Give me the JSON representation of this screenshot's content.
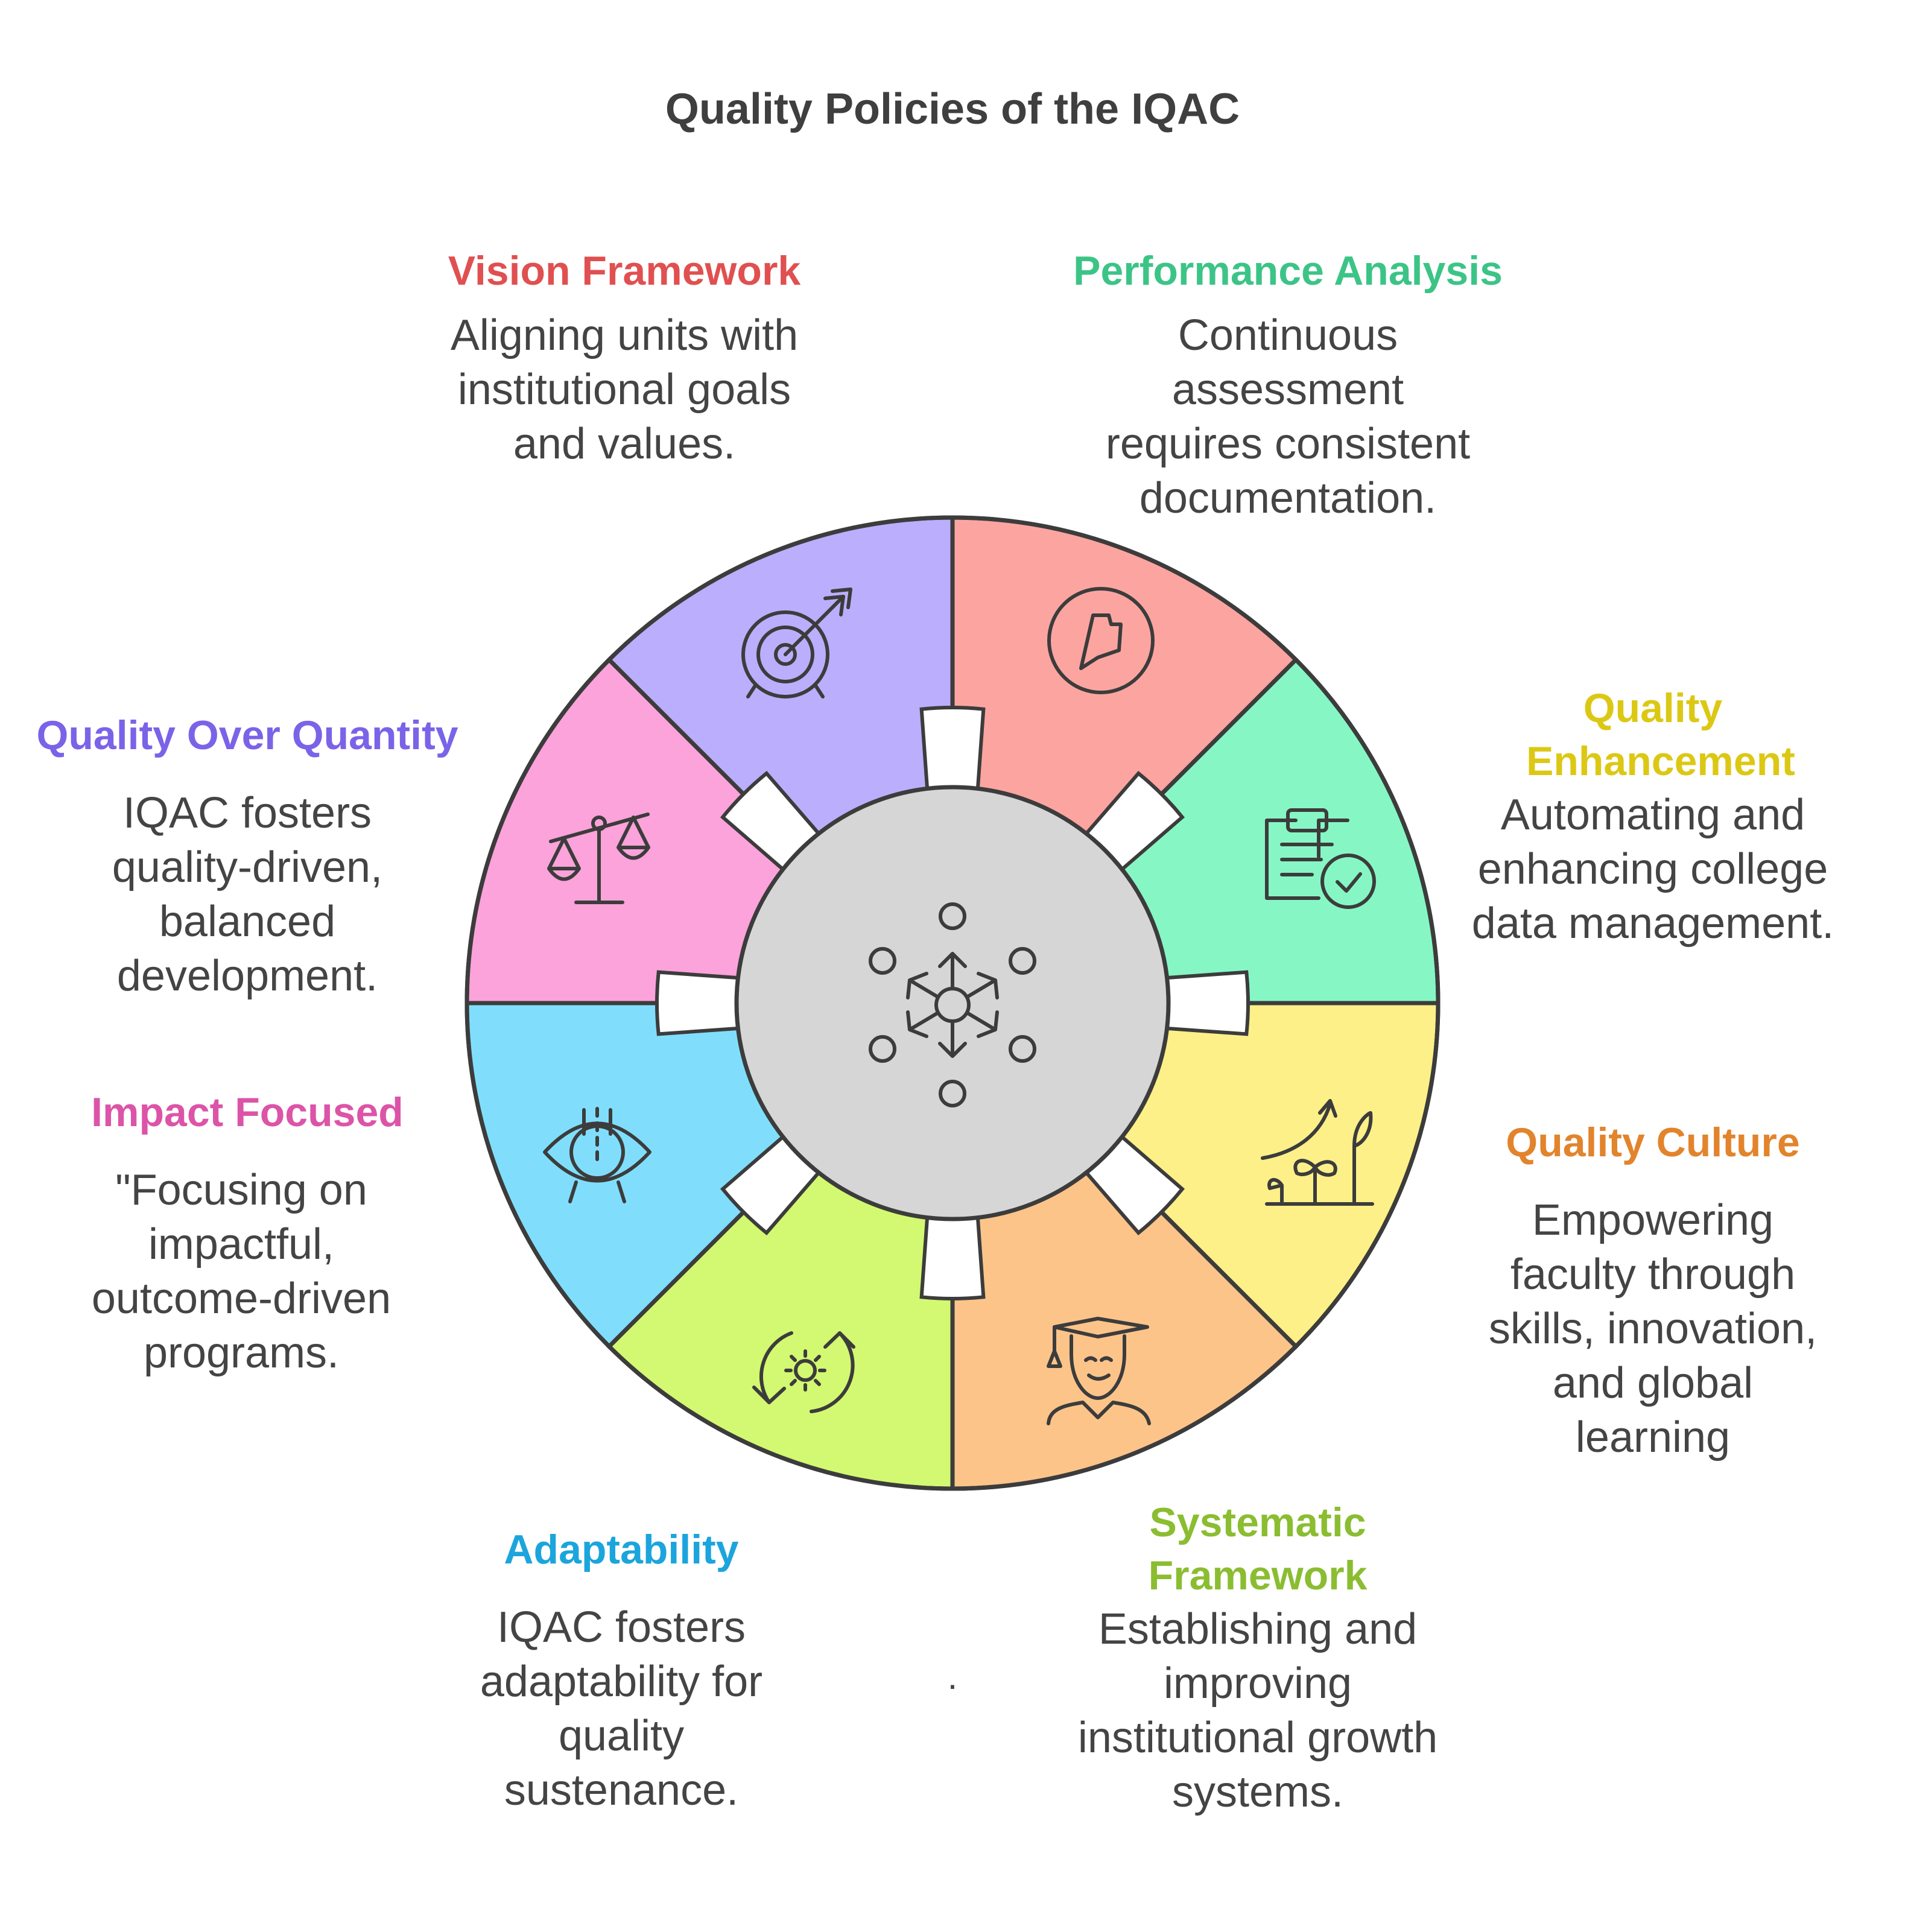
{
  "title": "Quality Policies of the IQAC",
  "segments": [
    {
      "key": "vision-framework",
      "title": "Vision Framework",
      "description": "Aligning units with institutional goals and values.",
      "fill": "#fca5a0",
      "text_color": "#e05050",
      "icon": "target-icon"
    },
    {
      "key": "performance-analysis",
      "title": "Performance Analysis",
      "description": "Continuous assessment requires consistent documentation.",
      "fill": "#86f7c4",
      "text_color": "#3cc487",
      "icon": "compass-icon"
    },
    {
      "key": "quality-enhancement",
      "title": "Quality Enhancement",
      "description": "Automating and enhancing college data management.",
      "fill": "#fdf088",
      "text_color": "#dcc814",
      "icon": "clipboard-check-icon"
    },
    {
      "key": "quality-culture",
      "title": "Quality Culture",
      "description": "Empowering faculty through skills, innovation, and global learning",
      "fill": "#fdc48a",
      "text_color": "#e2842c",
      "icon": "growth-plant-icon"
    },
    {
      "key": "systematic-framework",
      "title": "Systematic Framework",
      "description": "Establishing and improving institutional growth systems.",
      "fill": "#d3f871",
      "text_color": "#8bbd31",
      "icon": "graduate-icon"
    },
    {
      "key": "adaptability",
      "title": "Adaptability",
      "description": "IQAC fosters adaptability for quality sustenance.",
      "fill": "#80defc",
      "text_color": "#1ba5dc",
      "icon": "gear-cycle-icon"
    },
    {
      "key": "impact-focused",
      "title": "Impact Focused",
      "description": "\"Focusing on impactful, outcome-driven programs.",
      "fill": "#fba3da",
      "text_color": "#dc54a8",
      "icon": "eye-focus-icon"
    },
    {
      "key": "quality-over-quantity",
      "title": "Quality Over Quantity",
      "description": "IQAC fosters quality-driven, balanced development.",
      "fill": "#bbaefc",
      "text_color": "#7b63e8",
      "icon": "balance-scale-icon"
    }
  ],
  "center": {
    "icon": "network-hub-icon",
    "fill": "#d6d6d6"
  },
  "stray_mark": "."
}
